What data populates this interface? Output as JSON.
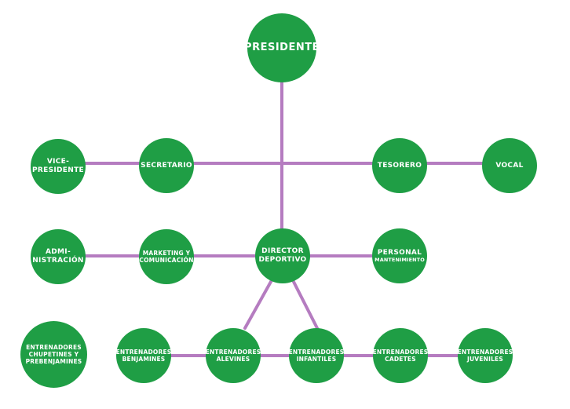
{
  "colors": {
    "node_fill": "#1f9e45",
    "connector": "#b57cc0",
    "text": "#ffffff"
  },
  "nodes": {
    "presidente": {
      "lines": [
        "PRESIDENTE"
      ]
    },
    "vicepresidente": {
      "lines": [
        "VICE-",
        "PRESIDENTE"
      ]
    },
    "secretario": {
      "lines": [
        "SECRETARIO"
      ]
    },
    "tesorero": {
      "lines": [
        "TESORERO"
      ]
    },
    "vocal": {
      "lines": [
        "VOCAL"
      ]
    },
    "administracion": {
      "lines": [
        "ADMI-",
        "NISTRACIÓN"
      ]
    },
    "marketing": {
      "lines": [
        "MARKETING Y",
        "COMUNICACIÓN"
      ]
    },
    "director": {
      "lines": [
        "DIRECTOR",
        "DEPORTIVO"
      ]
    },
    "personal": {
      "lines": [
        "PERSONAL",
        "MANTENIMIENTO"
      ]
    },
    "chupetines": {
      "lines": [
        "ENTRENADORES",
        "CHUPETINES Y",
        "PREBENJAMINES"
      ]
    },
    "benjamines": {
      "lines": [
        "ENTRENADORES",
        "BENJAMINES"
      ]
    },
    "alevines": {
      "lines": [
        "ENTRENADORES",
        "ALEVINES"
      ]
    },
    "infantiles": {
      "lines": [
        "ENTRENADORES",
        "INFANTILES"
      ]
    },
    "cadetes": {
      "lines": [
        "ENTRENADORES",
        "CADETES"
      ]
    },
    "juveniles": {
      "lines": [
        "ENTRENADORES",
        "JUVENILES"
      ]
    }
  }
}
